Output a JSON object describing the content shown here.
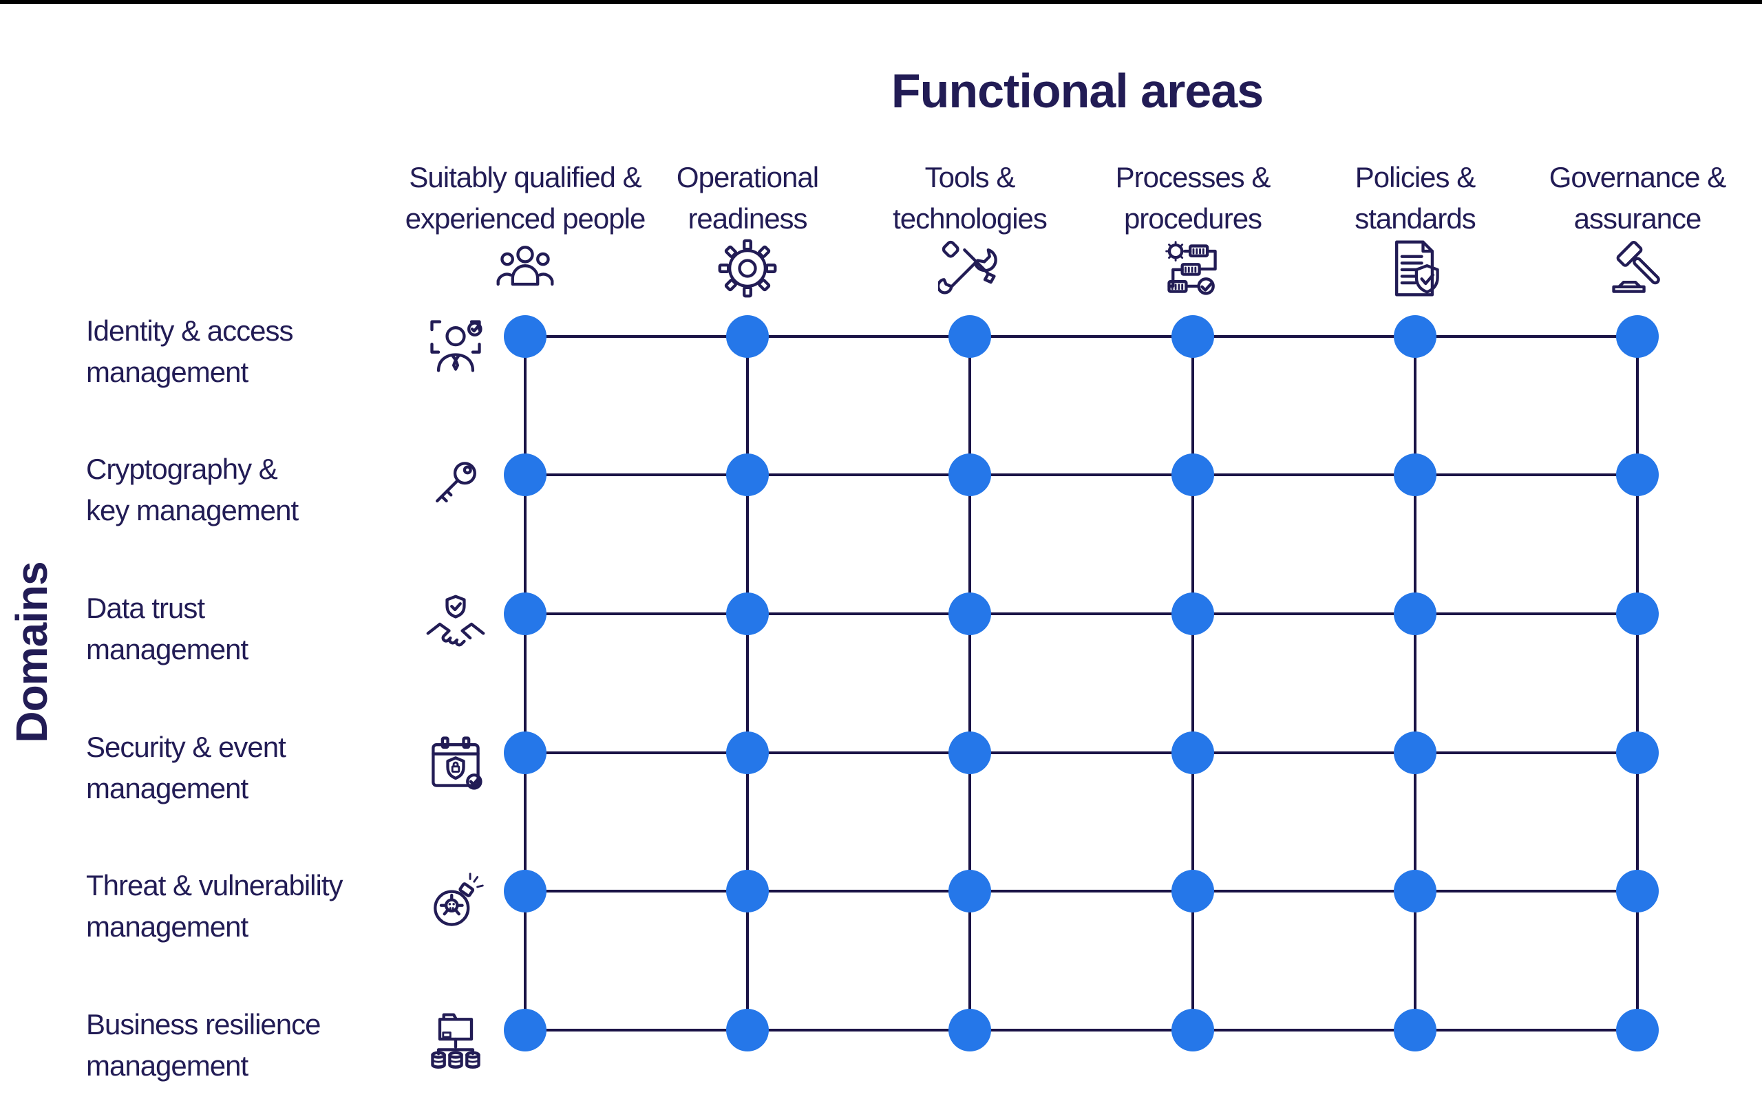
{
  "title": "Functional areas",
  "domains_axis_label": "Domains",
  "colors": {
    "dot": "#2577e9",
    "grid_line": "#1a1346",
    "text": "#221c55",
    "topbar": "#000000"
  },
  "functional_areas": [
    {
      "label_line1": "Suitably qualified &",
      "label_line2": "experienced people",
      "icon": "people-icon"
    },
    {
      "label_line1": "Operational",
      "label_line2": "readiness",
      "icon": "gear-icon"
    },
    {
      "label_line1": "Tools &",
      "label_line2": "technologies",
      "icon": "tools-icon"
    },
    {
      "label_line1": "Processes &",
      "label_line2": "procedures",
      "icon": "process-flow-icon"
    },
    {
      "label_line1": "Policies &",
      "label_line2": "standards",
      "icon": "policy-document-icon"
    },
    {
      "label_line1": "Governance &",
      "label_line2": "assurance",
      "icon": "gavel-icon"
    }
  ],
  "domains": [
    {
      "label_line1": "Identity & access",
      "label_line2": "management",
      "icon": "identity-scan-icon"
    },
    {
      "label_line1": "Cryptography &",
      "label_line2": "key management",
      "icon": "key-icon"
    },
    {
      "label_line1": "Data trust",
      "label_line2": "management",
      "icon": "handshake-shield-icon"
    },
    {
      "label_line1": "Security & event",
      "label_line2": "management",
      "icon": "calendar-security-icon"
    },
    {
      "label_line1": "Threat & vulnerability",
      "label_line2": "management",
      "icon": "bomb-bug-icon"
    },
    {
      "label_line1": "Business resilience",
      "label_line2": "management",
      "icon": "storage-network-icon"
    }
  ],
  "matrix": {
    "rows": 6,
    "cols": 6,
    "marked_cells": "all",
    "marker": "filled-blue-dot"
  }
}
